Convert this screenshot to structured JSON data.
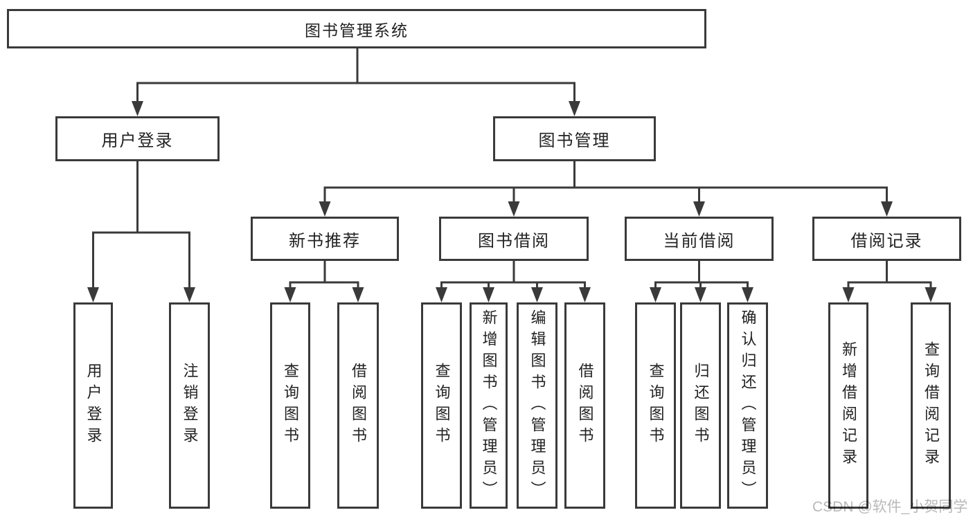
{
  "diagram": {
    "root": {
      "label": "图书管理系统"
    },
    "branches": [
      {
        "label": "用户登录",
        "children": [
          {
            "label": "用户登录"
          },
          {
            "label": "注销登录"
          }
        ]
      },
      {
        "label": "图书管理",
        "children": [
          {
            "label": "新书推荐",
            "children": [
              {
                "label": "查询图书"
              },
              {
                "label": "借阅图书"
              }
            ]
          },
          {
            "label": "图书借阅",
            "children": [
              {
                "label": "查询图书"
              },
              {
                "label": "新增图书（管理员）"
              },
              {
                "label": "编辑图书（管理员）"
              },
              {
                "label": "借阅图书"
              }
            ]
          },
          {
            "label": "当前借阅",
            "children": [
              {
                "label": "查询图书"
              },
              {
                "label": "归还图书"
              },
              {
                "label": "确认归还（管理员）"
              }
            ]
          },
          {
            "label": "借阅记录",
            "children": [
              {
                "label": "新增借阅记录"
              },
              {
                "label": "查询借阅记录"
              }
            ]
          }
        ]
      }
    ]
  },
  "watermark": {
    "text": "CSDN @软件_小贺同学"
  },
  "colors": {
    "line": "#3a3a3a",
    "border": "#3a3a3a",
    "text": "#222222",
    "watermark": "#b9b9b9",
    "background": "#ffffff"
  }
}
